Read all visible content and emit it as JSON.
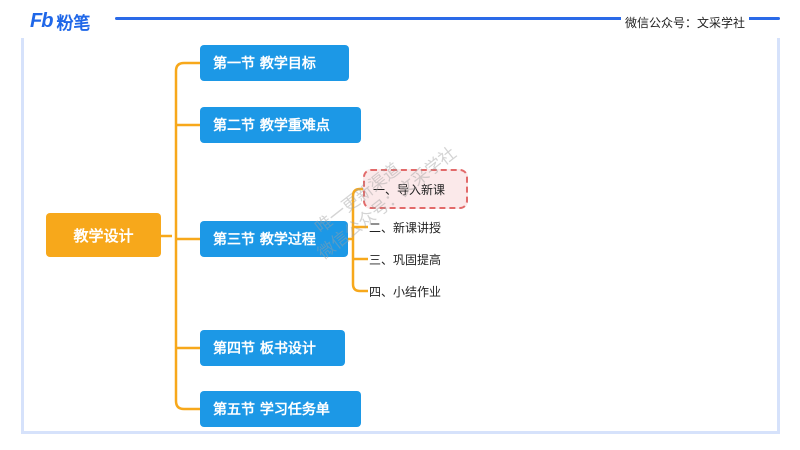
{
  "header": {
    "logo_mark": "Fb",
    "logo_text": "粉笔",
    "wechat": "微信公众号：文采学社"
  },
  "colors": {
    "root": "#f7a81b",
    "section": "#1c98e6",
    "connector": "#f7a81b",
    "highlight_border": "#e26a6a"
  },
  "mindmap": {
    "root": "教学设计",
    "sections": [
      {
        "label": "第一节 教学目标"
      },
      {
        "label": "第二节 教学重难点"
      },
      {
        "label": "第三节 教学过程"
      },
      {
        "label": "第四节 板书设计"
      },
      {
        "label": "第五节 学习任务单"
      }
    ],
    "sub_items": [
      {
        "label": "一、导入新课",
        "highlighted": true
      },
      {
        "label": "二、新课讲授"
      },
      {
        "label": "三、巩固提高"
      },
      {
        "label": "四、小结作业"
      }
    ]
  },
  "watermark": {
    "line1": "唯一更新渠道",
    "line2": "微信公众号：文采学社"
  }
}
